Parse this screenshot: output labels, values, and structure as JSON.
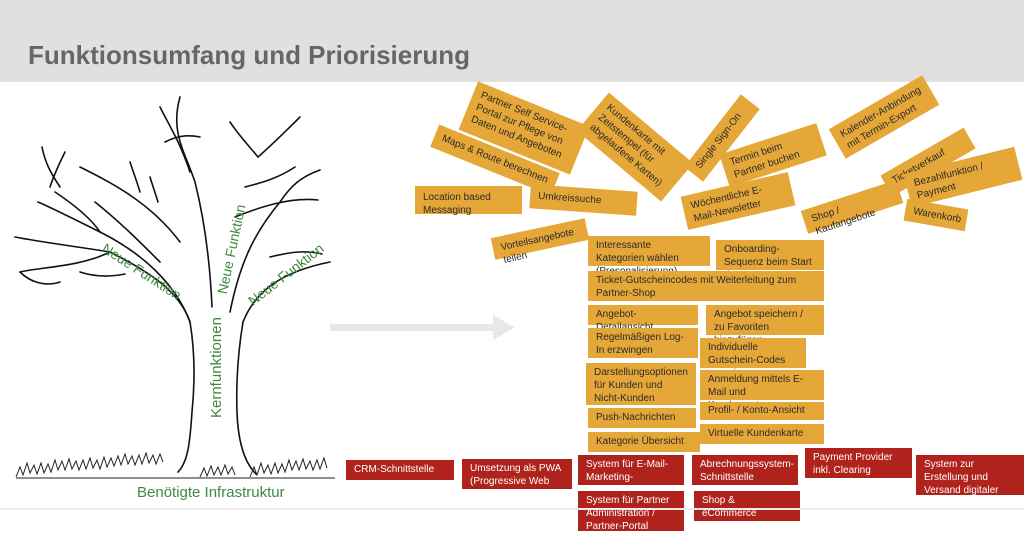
{
  "header": {
    "title": "Funktionsumfang und Priorisierung"
  },
  "tree": {
    "branch_labels": [
      "Neue Funktion",
      "Neue Funktion",
      "Neue Funktion"
    ],
    "trunk_label": "Kernfunktionen",
    "ground_label": "Benötigte Infrastruktur"
  },
  "colors": {
    "feature_box": "#e5a738",
    "infrastructure_box": "#b0231c",
    "label_green": "#3f8a3f",
    "title_gray": "#666666",
    "header_bg": "#e0e0e0"
  },
  "new_features": [
    "Partner Self Service-Portal zur Pflege von Daten und Angeboten",
    "Kundenkarte mit Zeitstempel (für abgelaufene Karten)",
    "Single Sign-On",
    "Kalender-Anbindung mit Termin-Export",
    "Maps & Route berechnen",
    "Termin beim Partner buchen",
    "Ticketverkauf",
    "Location based Messaging",
    "Umkreissuche",
    "Wöchentliche E-Mail-Newsletter",
    "Bezahlfunktion / Payment",
    "Shop / Kaufangebote",
    "Warenkorb",
    "Vorteilsangebote teilen"
  ],
  "core_features": [
    "Interessante Kategorien wählen (Presonalisierung)",
    "Onboarding-Sequenz beim Start der App",
    "Ticket-Gutscheincodes mit Weiterleitung zum Partner-Shop",
    "Angebot-Detailansicht",
    "Angebot speichern / zu Favoriten hinzufügen",
    "Regelmäßigen Log-In erzwingen",
    "Individuelle Gutschein-Codes generieren",
    "Darstellungsoptionen für Kunden und Nicht-Kunden",
    "Anmeldung mittels E-Mail und Kundenvertragsnummer",
    "Profil- / Konto-Ansicht",
    "Push-Nachrichten",
    "Virtuelle Kundenkarte",
    "Kategorie Übersicht"
  ],
  "infrastructure": [
    "CRM-Schnittstelle",
    "Umsetzung als PWA (Progressive Web App)",
    "System für E-Mail-Marketing-Automation",
    "Abrechnungssystem-Schnittstelle",
    "Payment Provider inkl. Clearing",
    "System zur Erstellung und Versand digitaler Tickets",
    "System für Partner Administration / Partner-Portal",
    "Shop & eCommerce System"
  ]
}
